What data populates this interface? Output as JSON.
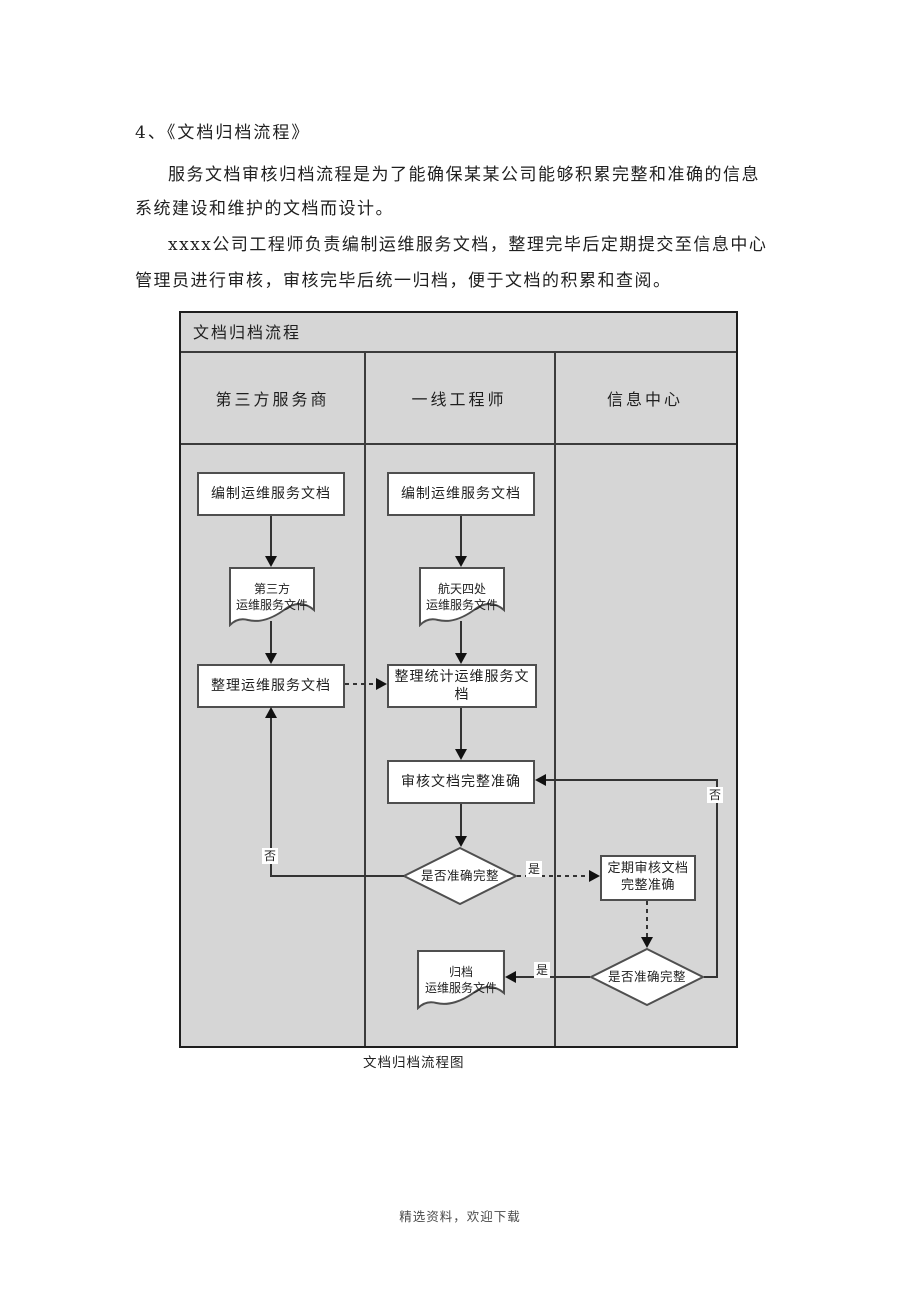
{
  "page": {
    "heading": "4、《文档归档流程》",
    "para1_line1": "服务文档审核归档流程是为了能确保某某公司能够积累完整和准确的信息",
    "para1_line2": "系统建设和维护的文档而设计。",
    "para2_line1": "xxxx公司工程师负责编制运维服务文档，整理完毕后定期提交至信息中心",
    "para2_line2": "管理员进行审核，审核完毕后统一归档，便于文档的积累和查阅。",
    "caption": "文档归档流程图",
    "footer": "精选资料，欢迎下载"
  },
  "flowchart": {
    "title": "文档归档流程",
    "lanes": [
      "第三方服务商",
      "一线工程师",
      "信息中心"
    ],
    "nodes": {
      "compile_left": "编制运维服务文档",
      "doc_left_l1": "第三方",
      "doc_left_l2": "运维服务文件",
      "organize_left": "整理运维服务文档",
      "compile_mid": "编制运维服务文档",
      "doc_mid_l1": "航天四处",
      "doc_mid_l2": "运维服务文件",
      "organize_stat": "整理统计运维服务文档",
      "review": "审核文档完整准确",
      "decision1": "是否准确完整",
      "periodic_l1": "定期审核文档",
      "periodic_l2": "完整准确",
      "decision2": "是否准确完整",
      "archive_l1": "归档",
      "archive_l2": "运维服务文件"
    },
    "edge_labels": {
      "no1": "否",
      "yes1": "是",
      "yes2": "是",
      "no2": "否"
    },
    "colors": {
      "lane_bg": "#d6d6d6",
      "frame_border": "#1e1e1e",
      "node_border": "#4f4f4f",
      "node_fill": "#ffffff",
      "connector": "#333333",
      "text": "#1f1f1f"
    }
  }
}
